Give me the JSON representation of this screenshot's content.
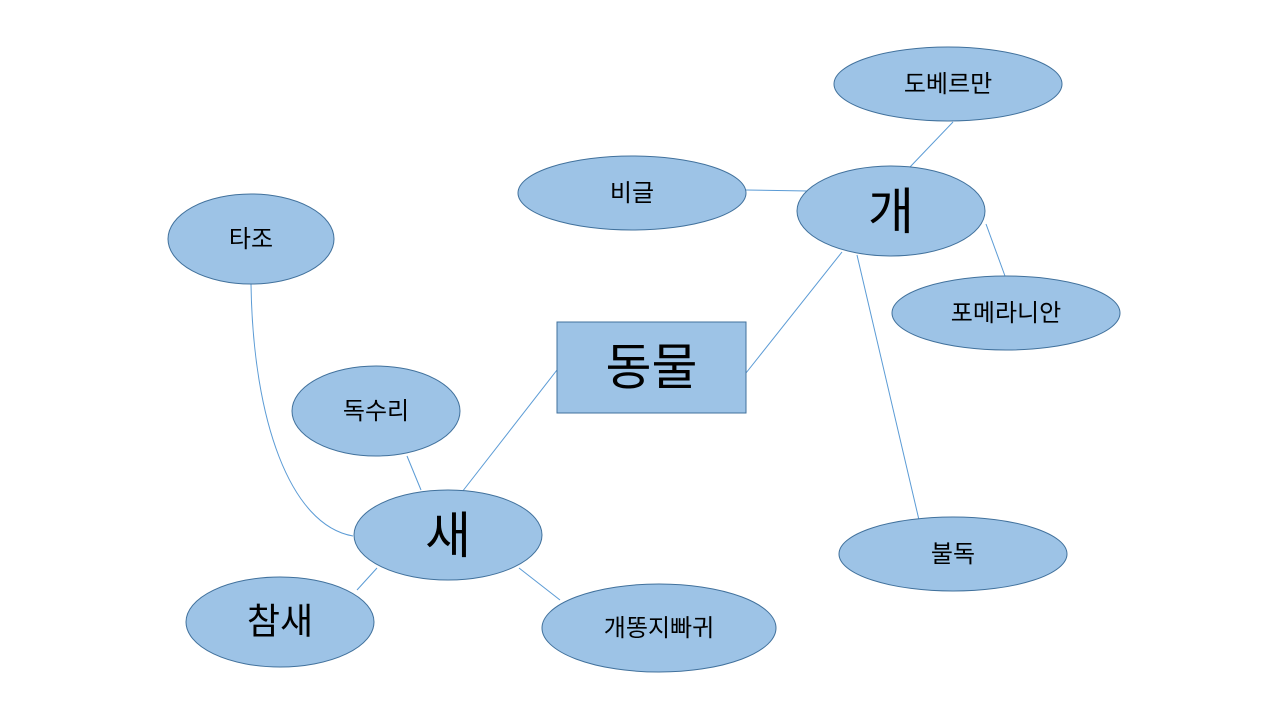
{
  "diagram": {
    "center": {
      "label": "동물"
    },
    "groups": {
      "dog": {
        "label": "개",
        "children": [
          "도베르만",
          "비글",
          "포메라니안",
          "불독"
        ]
      },
      "bird": {
        "label": "새",
        "children": [
          "타조",
          "독수리",
          "참새",
          "개똥지빠귀"
        ]
      }
    }
  },
  "colors": {
    "node_fill": "#9dc3e6",
    "node_stroke": "#41719c",
    "edge": "#5b9bd5"
  }
}
